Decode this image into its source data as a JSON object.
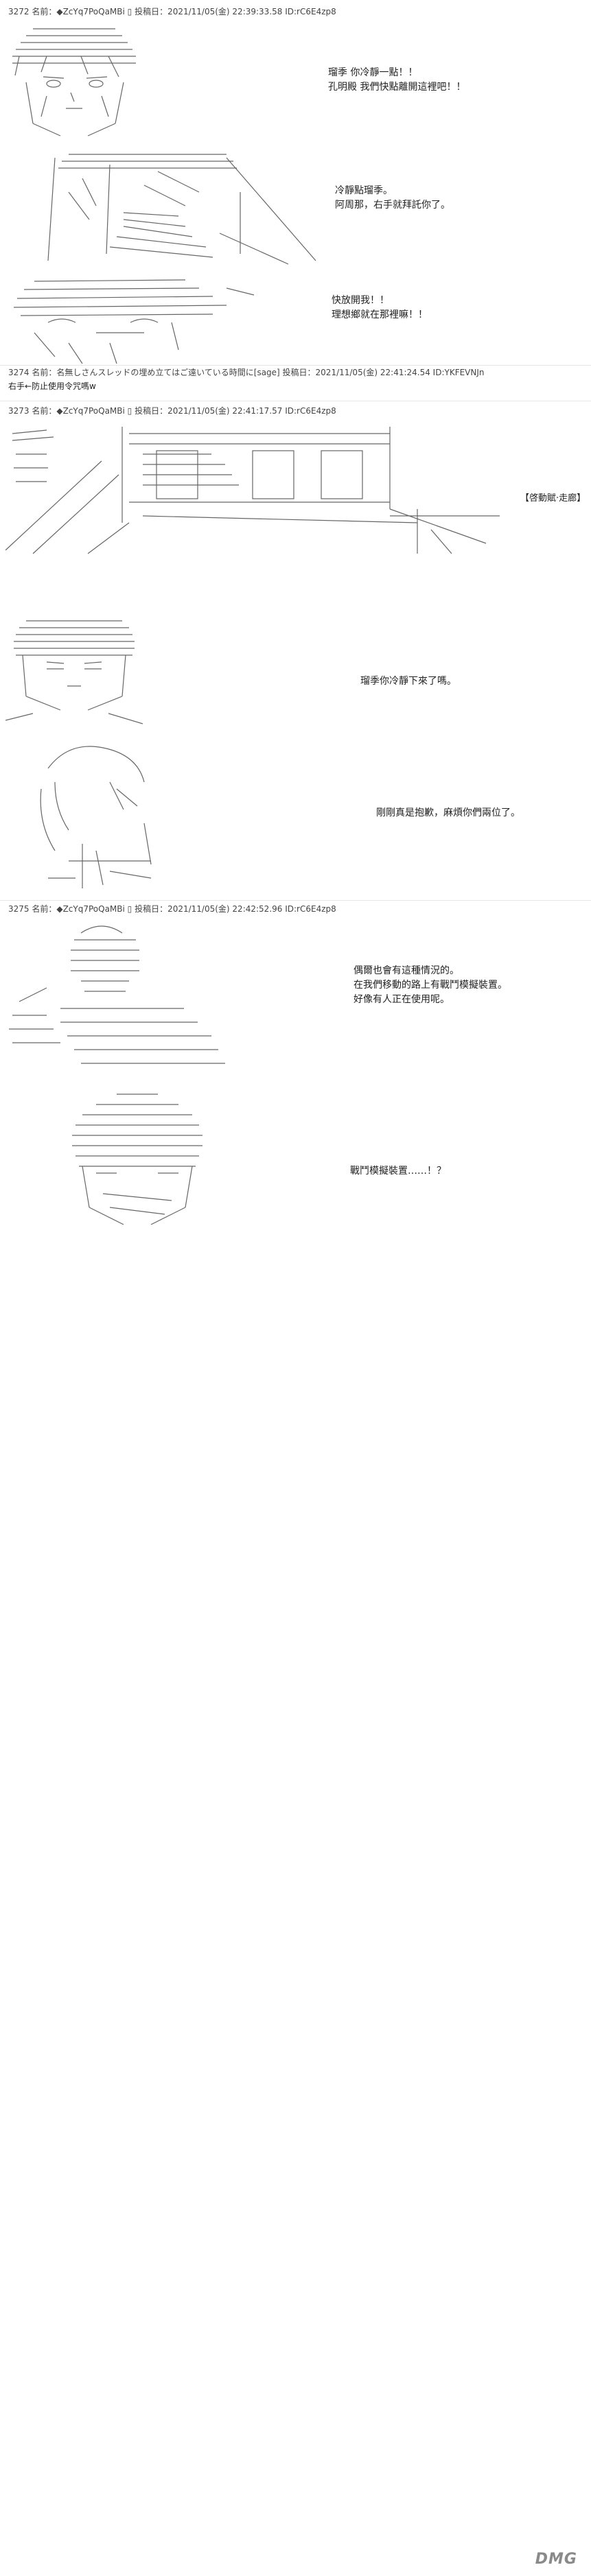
{
  "posts": [
    {
      "header": "3272 名前：◆ZcYq7PoQaMBi ▯ 投稿日：2021/11/05(金) 22:39:33.58 ID:rC6E4zp8",
      "dialogs": [
        {
          "lines": [
            "瑠季 你冷靜一點！！",
            "孔明殿 我們快點離開這裡吧！！"
          ]
        },
        {
          "lines": [
            "冷靜點瑠季。",
            "阿周那，右手就拜託你了。"
          ]
        },
        {
          "lines": [
            "快放開我！！",
            "理想鄉就在那裡嘛！！"
          ]
        }
      ]
    },
    {
      "header": "3274 名前：名無しさんスレッドの埋め立てはご遠いている時間に[sage] 投稿日：2021/11/05(金) 22:41:24.54 ID:YKFEVNJn",
      "comment": "右手←防止使用令咒嗎w"
    },
    {
      "header": "3273 名前：◆ZcYq7PoQaMBi ▯ 投稿日：2021/11/05(金) 22:41:17.57 ID:rC6E4zp8",
      "tag": "【啓動賦‧走廊】",
      "dialogs": [
        {
          "lines": [
            "瑠季你冷靜下來了嗎。"
          ]
        },
        {
          "lines": [
            "剛剛真是抱歉，麻煩你們兩位了。"
          ]
        }
      ]
    },
    {
      "header": "3275 名前：◆ZcYq7PoQaMBi ▯ 投稿日：2021/11/05(金) 22:42:52.96 ID:rC6E4zp8",
      "dialogs": [
        {
          "lines": [
            "偶爾也會有這種情況的。",
            "在我們移動的路上有戰鬥模擬裝置。",
            "好像有人正在使用呢。"
          ]
        },
        {
          "lines": [
            "戰鬥模擬裝置……！？"
          ]
        }
      ]
    }
  ],
  "watermark": "DMG"
}
